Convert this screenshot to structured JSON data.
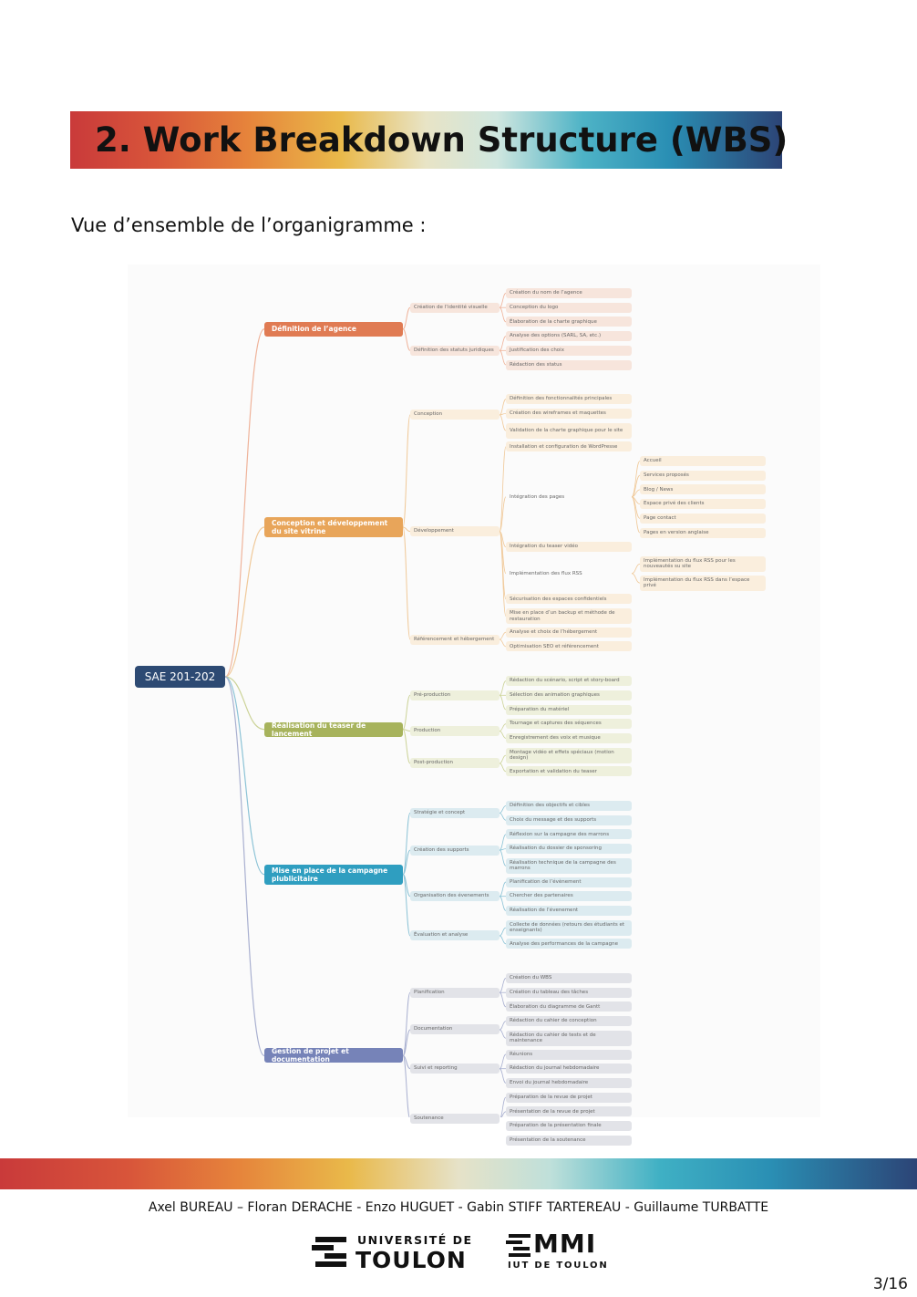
{
  "header": {
    "title": "2. Work Breakdown Structure (WBS)",
    "subtitle": "Vue d’ensemble de l’organigramme :"
  },
  "wbs": {
    "root": {
      "label": "SAE 201-202",
      "color": "#2d4a73"
    },
    "branches": [
      {
        "label": "Définition de l’agence",
        "color": "#e07b53",
        "light": "#f7e5dc",
        "line": "#efb39a",
        "groups": [
          {
            "label": "Création de l’identité visuelle",
            "leaves": [
              {
                "label": "Création du nom de l’agence"
              },
              {
                "label": "Conception du logo"
              },
              {
                "label": "Élaboration de la charte graphique"
              }
            ]
          },
          {
            "label": "Définition des statuts juridiques",
            "leaves": [
              {
                "label": "Analyse des options (SARL, SA, etc.)"
              },
              {
                "label": "Justification des choix"
              },
              {
                "label": "Rédaction des status"
              }
            ]
          }
        ]
      },
      {
        "label": "Conception et développement du site vitrine",
        "color": "#e8a55a",
        "light": "#faeedd",
        "line": "#f0c999",
        "groups": [
          {
            "label": "Conception",
            "leaves": [
              {
                "label": "Définition des fonctionnalités principales"
              },
              {
                "label": "Création des wireframes et maquettes"
              },
              {
                "label": "Validation de la charte graphique pour le site"
              }
            ]
          },
          {
            "label": "Développement",
            "leaves": [
              {
                "label": "Installation et configuration de WordPresse"
              },
              {
                "label": "Intégration des pages",
                "children": [
                  "Accueil",
                  "Services proposés",
                  "Blog / News",
                  "Espace privé des clients",
                  "Page contact",
                  "Pages en version anglaise"
                ]
              },
              {
                "label": "Intégration du teaser vidéo"
              },
              {
                "label": "Implémentation des flux RSS",
                "children": [
                  "Implémentation du flux RSS pour les nouveautés su site",
                  "Implémentation du flux RSS dans l’espace privé"
                ]
              },
              {
                "label": "Sécurisation des espaces confidentiels"
              },
              {
                "label": "Mise en place d’un backup et méthode de restauration"
              }
            ]
          },
          {
            "label": "Référencement et hébergement",
            "leaves": [
              {
                "label": "Analyse et choix de l’hébergement"
              },
              {
                "label": "Optimisation SEO et référencement"
              }
            ]
          }
        ]
      },
      {
        "label": "Réalisation du teaser de lancement",
        "color": "#a7b35c",
        "light": "#eef0dc",
        "line": "#ccd398",
        "groups": [
          {
            "label": "Pré-production",
            "leaves": [
              {
                "label": "Rédaction du scénario, script et story-board"
              },
              {
                "label": "Sélection des animation graphiques"
              },
              {
                "label": "Préparation du matériel"
              }
            ]
          },
          {
            "label": "Production",
            "leaves": [
              {
                "label": "Tournage et captures des séquences"
              },
              {
                "label": "Enregistrement des voix et musique"
              }
            ]
          },
          {
            "label": "Post-production",
            "leaves": [
              {
                "label": "Montage vidéo et effets spéciaux (motion design)"
              },
              {
                "label": "Exportation et validation du teaser"
              }
            ]
          }
        ]
      },
      {
        "label": "Mise en place de la campagne plublicitaire",
        "color": "#2f9ec0",
        "light": "#dcebf0",
        "line": "#8cc3d6",
        "groups": [
          {
            "label": "Stratégie et concept",
            "leaves": [
              {
                "label": "Définition des objectifs et cibles"
              },
              {
                "label": "Choix du message et des supports"
              }
            ]
          },
          {
            "label": "Création des supports",
            "leaves": [
              {
                "label": "Réflexion sur la campagne des marrons"
              },
              {
                "label": "Réalisation du dossier de sponsoring"
              },
              {
                "label": "Réalisation technique de la campagne des marrons"
              }
            ]
          },
          {
            "label": "Organisation des évenements",
            "leaves": [
              {
                "label": "Planification de l’évènement"
              },
              {
                "label": "Chercher des partenaires"
              },
              {
                "label": "Réalisation de l’évenement"
              }
            ]
          },
          {
            "label": "Évaluation et analyse",
            "leaves": [
              {
                "label": "Collecte de données (retours des étudiants et enseignants)"
              },
              {
                "label": "Analyse des performances de la campagne"
              }
            ]
          }
        ]
      },
      {
        "label": "Gestion de projet et documentation",
        "color": "#7683b8",
        "light": "#e2e3e8",
        "line": "#a9b0d0",
        "groups": [
          {
            "label": "Planification",
            "leaves": [
              {
                "label": "Création du WBS"
              },
              {
                "label": "Création du tableau des tâches"
              },
              {
                "label": "Élaboration du diagramme de Gantt"
              }
            ]
          },
          {
            "label": "Documentation",
            "leaves": [
              {
                "label": "Rédaction du cahier de conception"
              },
              {
                "label": "Rédaction du cahier de tests et de maintenance"
              }
            ]
          },
          {
            "label": "Suivi et reporting",
            "leaves": [
              {
                "label": "Réunions"
              },
              {
                "label": "Rédaction du journal hebdomadaire"
              },
              {
                "label": "Envoi du journal hebdomadaire"
              }
            ]
          },
          {
            "label": "Soutenance",
            "leaves": [
              {
                "label": "Préparation de la revue de projet"
              },
              {
                "label": "Présentation de la revue de projet"
              },
              {
                "label": "Préparation de la présentation finale"
              },
              {
                "label": "Présentation de la soutenance"
              }
            ]
          }
        ]
      }
    ]
  },
  "footer": {
    "authors": "Axel BUREAU – Floran DERACHE - Enzo HUGUET - Gabin STIFF TARTEREAU - Guillaume TURBATTE",
    "logo_ut_top": "UNIVERSITÉ DE",
    "logo_ut_main": "TOULON",
    "logo_mmi_main": "MMI",
    "logo_mmi_sub": "IUT DE TOULON",
    "page_number": "3/16"
  }
}
